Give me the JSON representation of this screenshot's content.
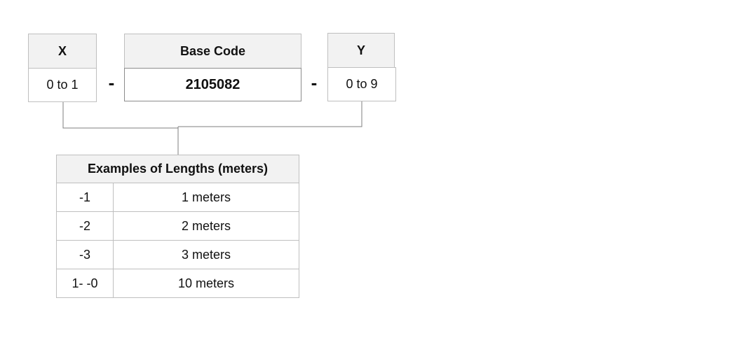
{
  "code_parts": {
    "x": {
      "header": "X",
      "value": "0 to 1"
    },
    "base": {
      "header": "Base Code",
      "value": "2105082"
    },
    "y": {
      "header": "Y",
      "value": "0 to 9"
    },
    "separator": "-"
  },
  "examples": {
    "title": "Examples of Lengths (meters)",
    "rows": [
      {
        "code": "-1",
        "length": "1 meters"
      },
      {
        "code": "-2",
        "length": "2 meters"
      },
      {
        "code": "-3",
        "length": "3 meters"
      },
      {
        "code": "1- -0",
        "length": "10 meters"
      }
    ]
  }
}
